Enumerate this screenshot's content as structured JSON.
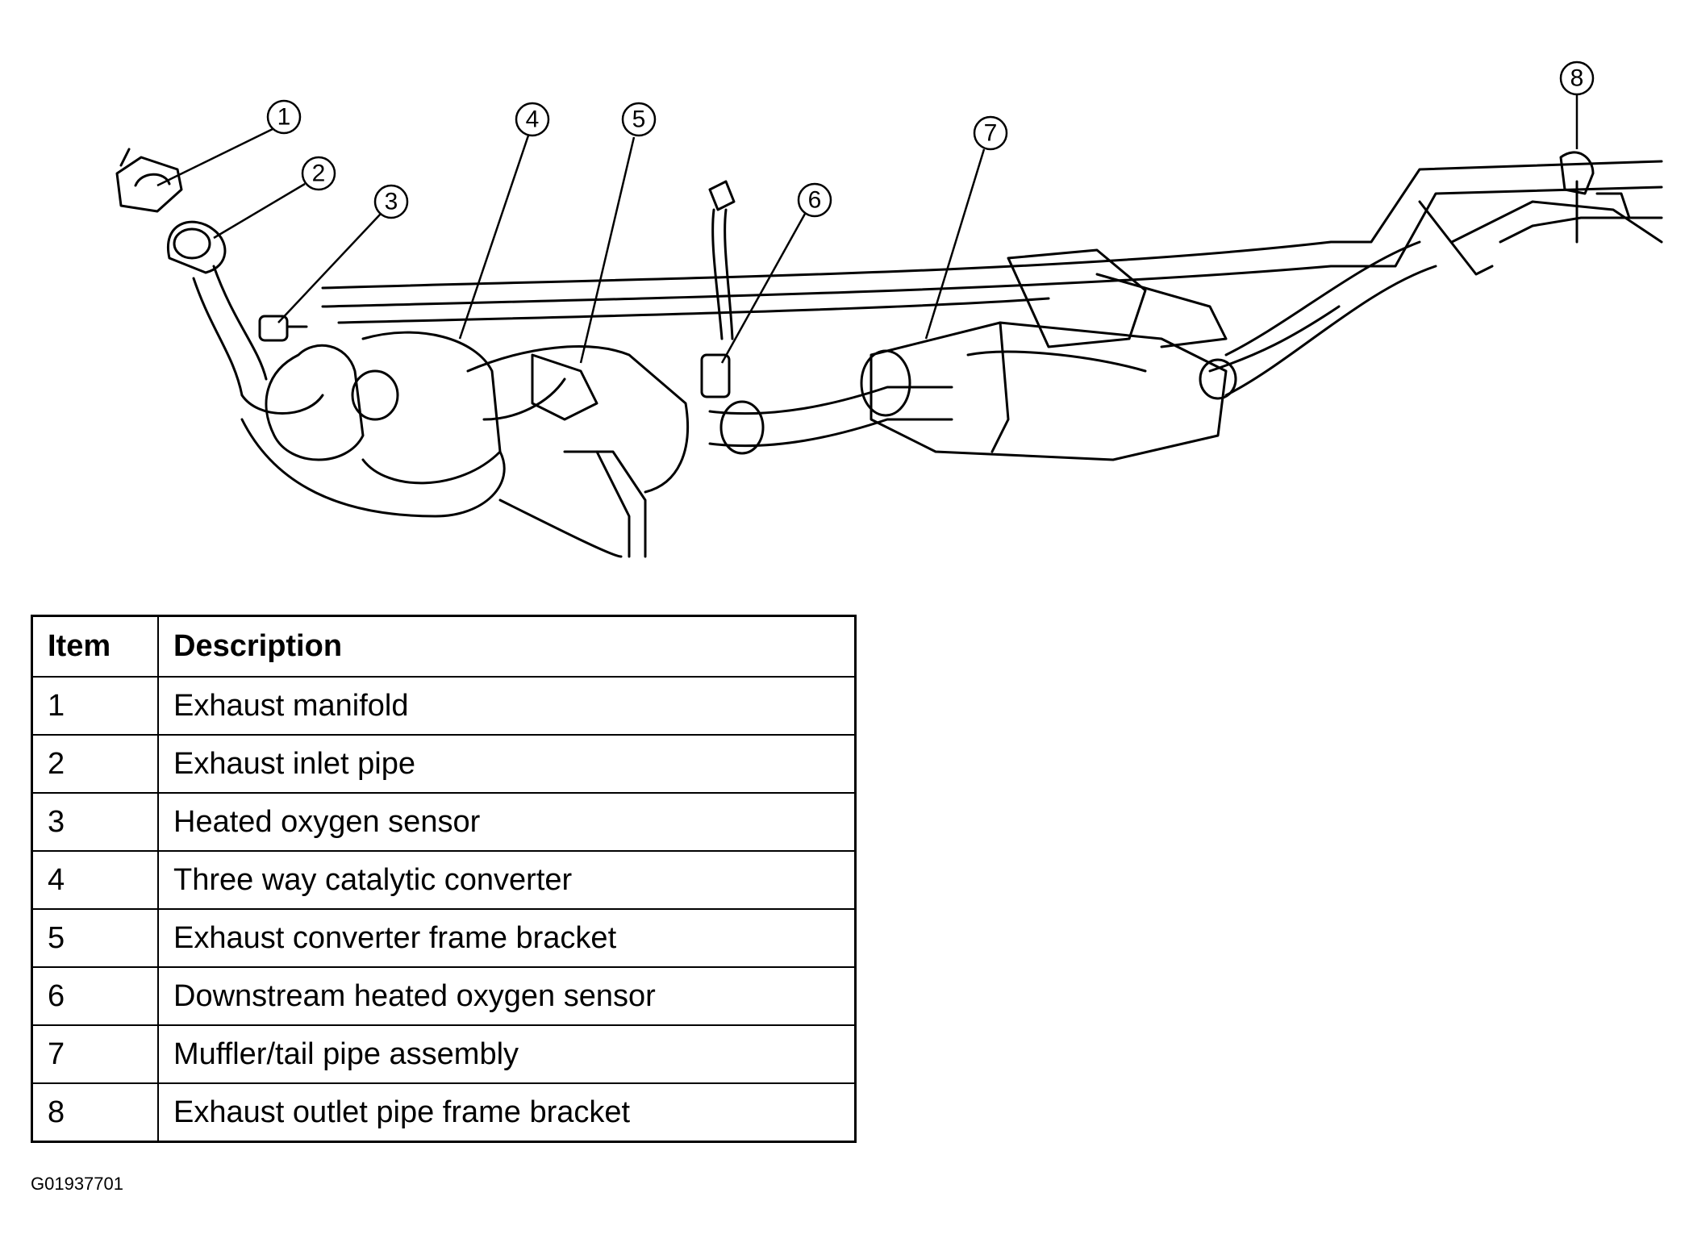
{
  "callouts": [
    "1",
    "2",
    "3",
    "4",
    "5",
    "6",
    "7",
    "8"
  ],
  "table": {
    "headers": {
      "item": "Item",
      "description": "Description"
    },
    "rows": [
      {
        "item": "1",
        "description": "Exhaust manifold"
      },
      {
        "item": "2",
        "description": "Exhaust inlet pipe"
      },
      {
        "item": "3",
        "description": "Heated oxygen sensor"
      },
      {
        "item": "4",
        "description": "Three way catalytic converter"
      },
      {
        "item": "5",
        "description": "Exhaust converter frame bracket"
      },
      {
        "item": "6",
        "description": "Downstream heated oxygen sensor"
      },
      {
        "item": "7",
        "description": "Muffler/tail pipe assembly"
      },
      {
        "item": "8",
        "description": "Exhaust outlet pipe frame bracket"
      }
    ]
  },
  "figure_code": "G01937701"
}
